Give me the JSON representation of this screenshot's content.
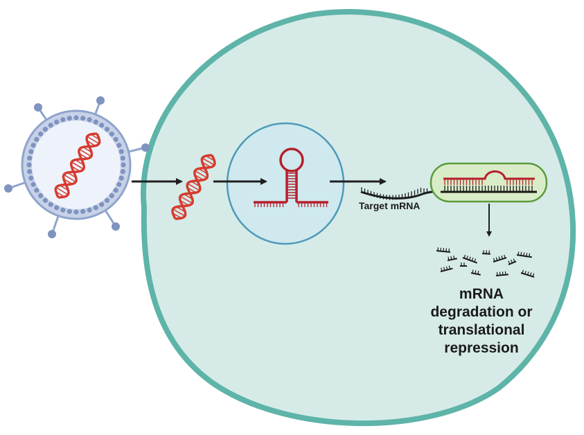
{
  "labels": {
    "target": "Target mRNA",
    "outcome_lines": [
      "mRNA",
      "degradation or",
      "translational",
      "repression"
    ]
  },
  "colors": {
    "cell_fill": "#d6ebe8",
    "cell_stroke": "#5eb4a8",
    "nucleus_fill": "#cfe9ef",
    "nucleus_stroke": "#4d9ab8",
    "dna": "#d63b2f",
    "hairpin": "#b5202a",
    "complex_fill": "#d9ecc8",
    "complex_stroke": "#5a9a3c",
    "virus_fill": "#eef3fb",
    "virus_stroke": "#8fa4cc",
    "virus_dot": "#7f93bf",
    "arrow": "#1f1f1f"
  },
  "icons": {
    "virus": "virus-particle-icon",
    "dna": "dna-helix-icon",
    "hairpin": "hairpin-rna-icon",
    "fragments": "mrna-fragments-icon"
  }
}
